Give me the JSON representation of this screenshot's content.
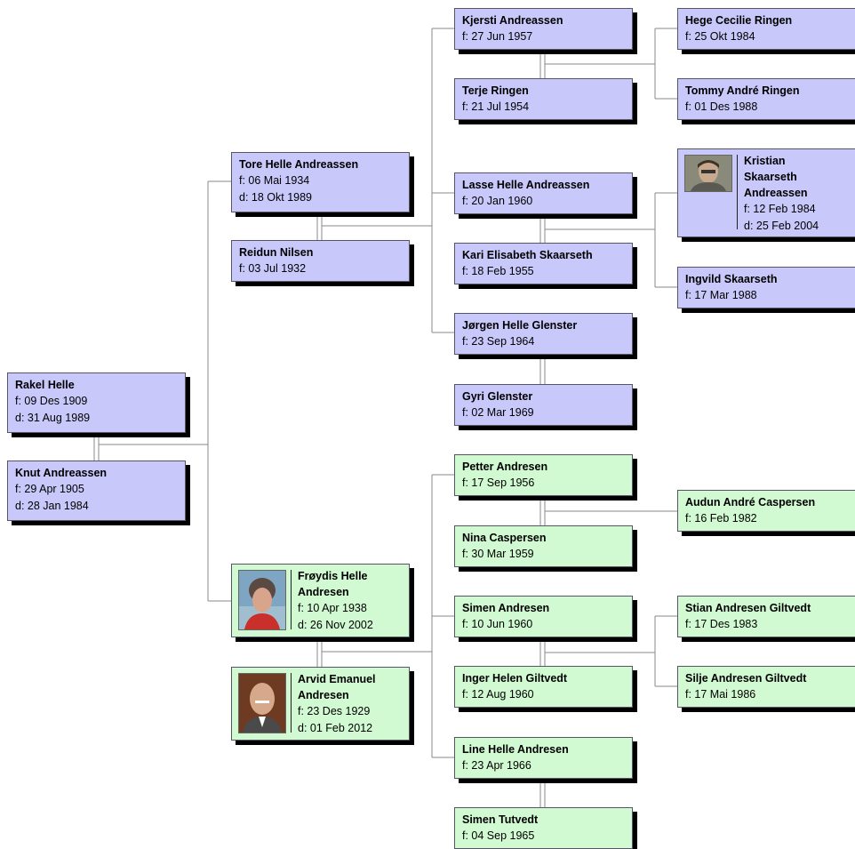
{
  "colors": {
    "paternal_card": "#c8c8fa",
    "maternal_card": "#d2fad2",
    "shadow": "#000000",
    "connector": "#888888"
  },
  "people": {
    "rakel": {
      "name": "Rakel Helle",
      "born": "f: 09 Des 1909",
      "died": "d: 31 Aug 1989"
    },
    "knut": {
      "name": "Knut Andreassen",
      "born": "f: 29 Apr 1905",
      "died": "d: 28 Jan 1984"
    },
    "tore": {
      "name": "Tore Helle Andreassen",
      "born": "f: 06 Mai 1934",
      "died": "d: 18 Okt 1989"
    },
    "reidun": {
      "name": "Reidun Nilsen",
      "born": "f: 03 Jul 1932"
    },
    "frøydis": {
      "name1": "Frøydis Helle",
      "name2": "Andresen",
      "born": "f: 10 Apr 1938",
      "died": "d: 26 Nov 2002"
    },
    "arvid": {
      "name1": "Arvid Emanuel",
      "name2": "Andresen",
      "born": "f: 23 Des 1929",
      "died": "d: 01 Feb 2012"
    },
    "kjersti": {
      "name": "Kjersti Andreassen",
      "born": "f: 27 Jun 1957"
    },
    "terje": {
      "name": "Terje Ringen",
      "born": "f: 21 Jul 1954"
    },
    "lasse": {
      "name": "Lasse Helle Andreassen",
      "born": "f: 20 Jan 1960"
    },
    "kari": {
      "name": "Kari Elisabeth Skaarseth",
      "born": "f: 18 Feb 1955"
    },
    "jorgen": {
      "name": "Jørgen Helle Glenster",
      "born": "f: 23 Sep 1964"
    },
    "gyri": {
      "name": "Gyri Glenster",
      "born": "f: 02 Mar 1969"
    },
    "hege": {
      "name": "Hege Cecilie Ringen",
      "born": "f: 25 Okt 1984"
    },
    "tommy": {
      "name": "Tommy André Ringen",
      "born": "f: 01 Des 1988"
    },
    "kristian": {
      "name1": "Kristian",
      "name2": "Skaarseth",
      "name3": "Andreassen",
      "born": "f: 12 Feb 1984",
      "died": "d: 25 Feb 2004"
    },
    "ingvild": {
      "name": "Ingvild Skaarseth",
      "born": "f: 17 Mar 1988"
    },
    "petter": {
      "name": "Petter Andresen",
      "born": "f: 17 Sep 1956"
    },
    "nina": {
      "name": "Nina Caspersen",
      "born": "f: 30 Mar 1959"
    },
    "simen_a": {
      "name": "Simen Andresen",
      "born": "f: 10 Jun 1960"
    },
    "inger": {
      "name": "Inger Helen Giltvedt",
      "born": "f: 12 Aug 1960"
    },
    "line": {
      "name": "Line Helle Andresen",
      "born": "f: 23 Apr 1966"
    },
    "simen_t": {
      "name": "Simen Tutvedt",
      "born": "f: 04 Sep 1965"
    },
    "audun": {
      "name": "Audun André Caspersen",
      "born": "f: 16 Feb 1982"
    },
    "stian": {
      "name": "Stian Andresen Giltvedt",
      "born": "f: 17 Des 1983"
    },
    "silje": {
      "name": "Silje Andresen Giltvedt",
      "born": "f: 17 Mai 1986"
    }
  }
}
